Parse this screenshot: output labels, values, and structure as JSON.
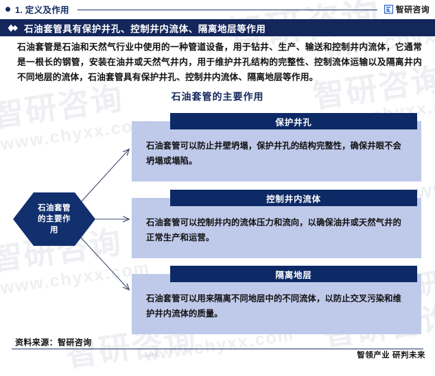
{
  "topbar": {
    "section_label": "1. 定义及作用",
    "brand_name": "智研咨询",
    "brand_icon": "zhiyan-logo-icon",
    "bullet_icon": "bullet-dot-icon"
  },
  "headline": {
    "icon": "double-diamond-icon",
    "text": "石油套管具有保护井孔、控制井内流体、隔离地层等作用"
  },
  "intro": {
    "paragraph": "石油套管是石油和天然气行业中使用的一种管道设备，用于钻井、生产、输送和控制井内流体，它通常是一根长的钢管，安装在油井或天然气井内，用于维护井孔结构的完整性、控制流体运输以及隔离井内不同地层的流体，石油套管具有保护井孔、控制井内流体、隔离地层等作用。"
  },
  "diagram": {
    "title": "石油套管的主要作用",
    "hub_label": "石油套管的主要作用",
    "nodes": [
      {
        "title": "保护井孔",
        "body": "石油套管可以防止井壁坍塌，保护井孔的结构完整性，确保井眼不会坍塌或塌陷。"
      },
      {
        "title": "控制井内流体",
        "body": "石油套管可以控制井内的流体压力和流向，以确保油井或天然气井的正常生产和运营。"
      },
      {
        "title": "隔离地层",
        "body": "石油套管可以用来隔离不同地层中的不同流体，以防止交叉污染和维护井内流体的质量。"
      }
    ]
  },
  "footer": {
    "source": "资料来源：智研咨询",
    "slogan_part1": "智",
    "slogan_full": "智领产业 研判未来"
  },
  "watermarks": {
    "cn_big": "智研咨询",
    "cn_small": "www.chyxx.com"
  },
  "colors": {
    "navy": "#14275c",
    "deep_navy": "#0d2a66",
    "card_bg": "#bfc9ea",
    "hub": "#12306e",
    "rule": "#18306b"
  }
}
